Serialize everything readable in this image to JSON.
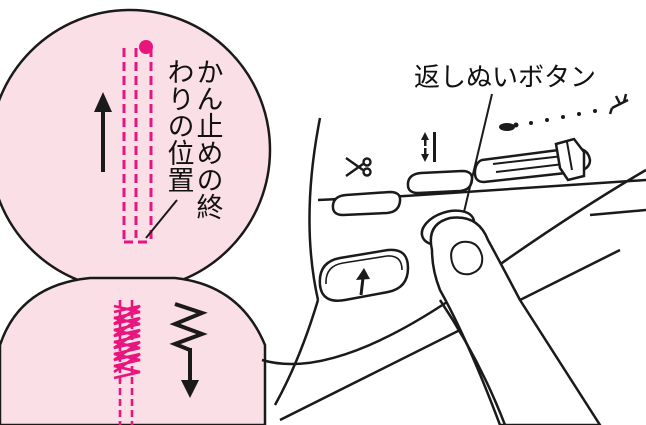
{
  "callouts": {
    "reverse_button_label": "返しぬいボタン",
    "bartack_end_line1": "かん止めの終",
    "bartack_end_line2": "わりの位置"
  },
  "colors": {
    "accent": "#e8157f",
    "circle_fill": "#fbdfe6",
    "line": "#1a1a1a"
  },
  "icons": {
    "cut": "scissors-icon",
    "needle": "needle-position-icon",
    "reverse": "reverse-arrow-icon",
    "speed_slow": "turtle-icon",
    "speed_fast": "rabbit-icon"
  }
}
